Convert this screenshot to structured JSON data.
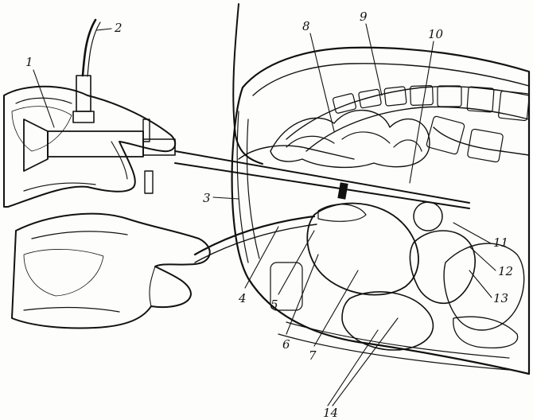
{
  "callouts": {
    "c1": "1",
    "c2": "2",
    "c3": "3",
    "c4": "4",
    "c5": "5",
    "c6": "6",
    "c7": "7",
    "c8": "8",
    "c9": "9",
    "c10": "10",
    "c11": "11",
    "c12": "12",
    "c13": "13",
    "c14": "14"
  },
  "colors": {
    "ink": "#111111",
    "paper": "#fdfdfb"
  }
}
